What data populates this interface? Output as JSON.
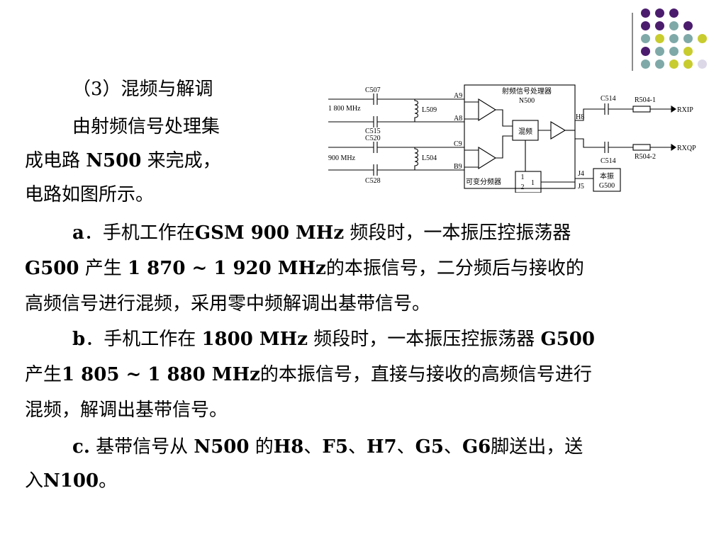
{
  "decor": {
    "colors": {
      "purple": "#4b1c6e",
      "teal": "#7fa9a9",
      "lime": "#c8cc2e",
      "lavender": "#dcd8e8",
      "line": "#8c8c8c"
    },
    "dot_colors": [
      "purple",
      "purple",
      "purple",
      "purple",
      "purple",
      "teal",
      "purple",
      "teal",
      "lime",
      "teal",
      "teal",
      "lime",
      "lavender"
    ]
  },
  "text": {
    "heading": "（3）混频与解调",
    "intro1": "由射频信号处理集",
    "intro2_a": "成电路 ",
    "intro2_b": "N500",
    "intro2_c": " 来完成，",
    "intro3": "电路如图所示。",
    "a1_lead": "a",
    "a1_t1": "．手机工作在",
    "a1_t2": "GSM 900 MHz",
    "a1_t3": " 频段时，一本振压控振荡器",
    "a2_t1": "G500",
    "a2_t2": " 产生 ",
    "a2_t3": "1 870 ~ 1 920 MHz",
    "a2_t4": "的本振信号，二分频后与接收的",
    "a3": "高频信号进行混频，采用零中频解调出基带信号。",
    "b1_lead": "b",
    "b1_t1": "．手机工作在 ",
    "b1_t2": "1800 MHz",
    "b1_t3": " 频段时，一本振压控振荡器 ",
    "b1_t4": "G500",
    "b2_t1": "产生",
    "b2_t2": "1 805 ~ 1 880 MHz",
    "b2_t3": "的本振信号，直接与接收的高频信号进行",
    "b3": "混频，解调出基带信号。",
    "c1_lead": "c.",
    "c1_t1": " 基带信号从  ",
    "c1_t2": "N500",
    "c1_t3": "  的",
    "c1_t4": "H8",
    "c1_t5": "、",
    "c1_t6": "F5",
    "c1_t7": "、",
    "c1_t8": "H7",
    "c1_t9": "、",
    "c1_t10": "G5",
    "c1_t11": "、",
    "c1_t12": "G6",
    "c1_t13": "脚送出，送",
    "c2_t1": "入",
    "c2_t2": "N100",
    "c2_t3": "。"
  },
  "diagram": {
    "chip_title": "射频信号处理器",
    "chip_name": "N500",
    "freq_1800": "1 800 MHz",
    "freq_900": "900 MHz",
    "c507": "C507",
    "c515": "C515",
    "c520": "C520",
    "c528": "C528",
    "l509": "L509",
    "l504": "L504",
    "pin_a9": "A9",
    "pin_a8": "A8",
    "pin_c9": "C9",
    "pin_b9": "B9",
    "pin_h8": "H8",
    "pin_j4": "J4",
    "pin_j5": "J5",
    "mixer": "混频",
    "divider_label": "可变分频器",
    "div_num": "1",
    "div_den": "2",
    "div_out": "1",
    "c514_top": "C514",
    "c514_bot": "C514",
    "r504_1": "R504-1",
    "r504_2": "R504-2",
    "rxip": "RXIP",
    "rxqp": "RXQP",
    "lo_1": "本振",
    "lo_2": "G500"
  }
}
